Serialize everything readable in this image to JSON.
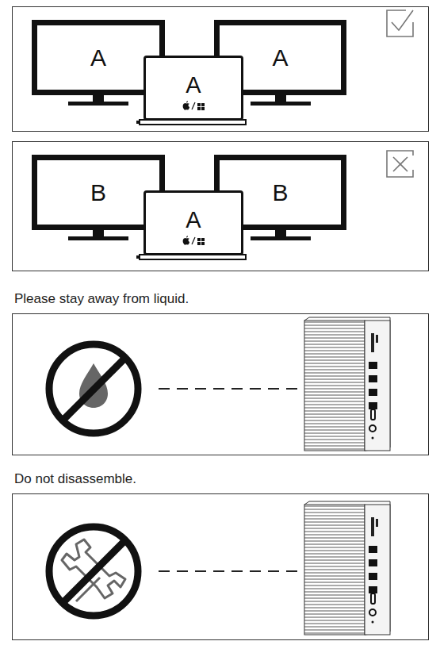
{
  "diagram": {
    "nodes": [
      {
        "text": [
          "A"
        ]
      },
      {
        "text": [
          "A"
        ]
      },
      {
        "text": [
          "A"
        ]
      },
      {
        "text": [
          "B"
        ]
      },
      {
        "text": [
          "A"
        ]
      },
      {
        "text": [
          "B"
        ]
      }
    ],
    "labels": [
      "Please stay away from liquid.",
      "Do not disassemble."
    ]
  }
}
